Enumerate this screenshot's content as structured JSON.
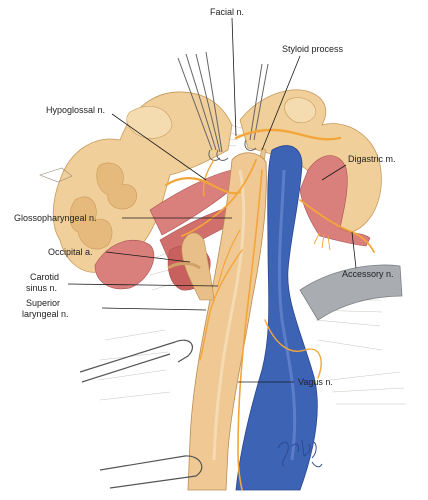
{
  "labels": {
    "facial_n": "Facial n.",
    "styloid_process": "Styloid process",
    "hypoglossal_n": "Hypoglossal n.",
    "digastric_m": "Digastric m.",
    "glossopharyngeal_n": "Glossopharyngeal n.",
    "occipital_a": "Occipital a.",
    "carotid_sinus_line1": "Carotid",
    "carotid_sinus_line2": "sinus n.",
    "superior_laryngeal_line1": "Superior",
    "superior_laryngeal_line2": "laryngeal n.",
    "accessory_n": "Accessory n.",
    "vagus_n": "Vagus n."
  },
  "signature": "Gary Lund",
  "colors": {
    "bone": "#f0cf9a",
    "bone_shadow": "#d9ab6c",
    "muscle": "#d97f7c",
    "muscle_dark": "#b9514f",
    "artery": "#efc894",
    "artery_shadow": "#d2a16a",
    "vein": "#3d63b5",
    "vein_dark": "#2a468f",
    "nerve": "#f2a63a",
    "retractor_band": "#a9adb2",
    "leader_line": "#1a1a1a"
  }
}
